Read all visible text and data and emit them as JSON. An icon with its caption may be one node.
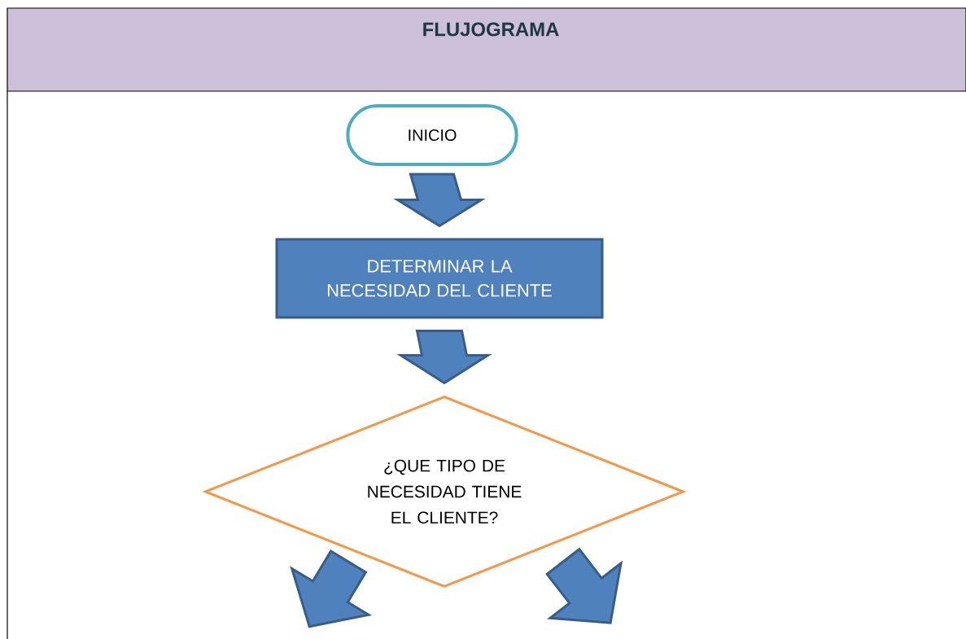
{
  "diagram": {
    "title": "FLUJOGRAMA",
    "nodes": [
      {
        "text": [
          "INICIO"
        ]
      },
      {
        "text": [
          "DETERMINAR LA NECESIDAD DEL CLIENTE"
        ]
      },
      {
        "text": [
          "¿QUE TIPO DE NECESIDAD TIENE EL CLIENTE?"
        ]
      }
    ],
    "edges": [
      {
        "from": 0,
        "to": 1,
        "arrow": "to"
      },
      {
        "from": 1,
        "to": 2,
        "arrow": "to"
      },
      {
        "from": 2,
        "to": null,
        "arrow": "to"
      },
      {
        "from": 2,
        "to": null,
        "arrow": "to"
      }
    ]
  }
}
